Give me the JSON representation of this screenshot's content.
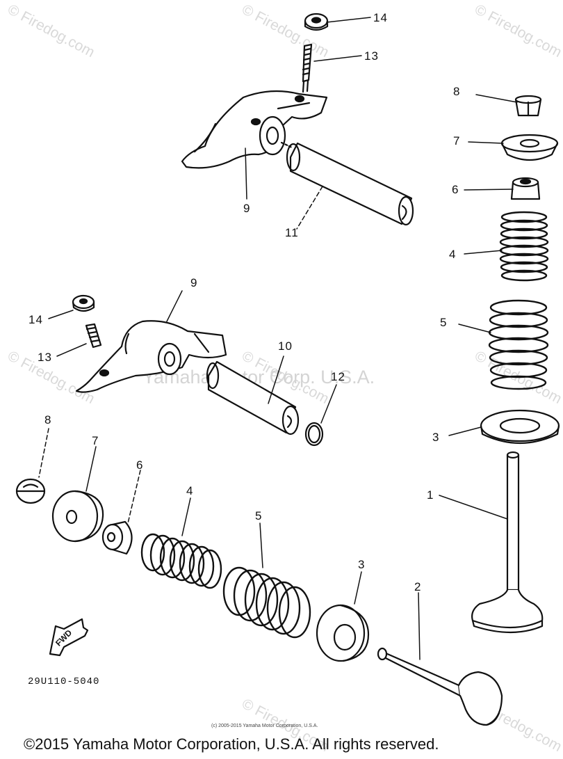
{
  "diagram": {
    "watermark_text": "© Firedog.com",
    "center_watermark": "Yamaha Motor Corp. U.S.A.",
    "part_code": "29U110-5040",
    "small_copyright": "(c) 2005-2015 Yamaha Motor Corporation, U.S.A.",
    "footer_copyright": "©2015 Yamaha Motor Corporation, U.S.A. All rights reserved.",
    "fwd_label": "FWD",
    "callouts": {
      "c14a": "14",
      "c13a": "13",
      "c9a": "9",
      "c11": "11",
      "c8a": "8",
      "c7a": "7",
      "c6a": "6",
      "c4a": "4",
      "c5a": "5",
      "c3a": "3",
      "c1": "1",
      "c9b": "9",
      "c14b": "14",
      "c13b": "13",
      "c10": "10",
      "c12": "12",
      "c8b": "8",
      "c7b": "7",
      "c6b": "6",
      "c4b": "4",
      "c5b": "5",
      "c3b": "3",
      "c2": "2"
    }
  }
}
